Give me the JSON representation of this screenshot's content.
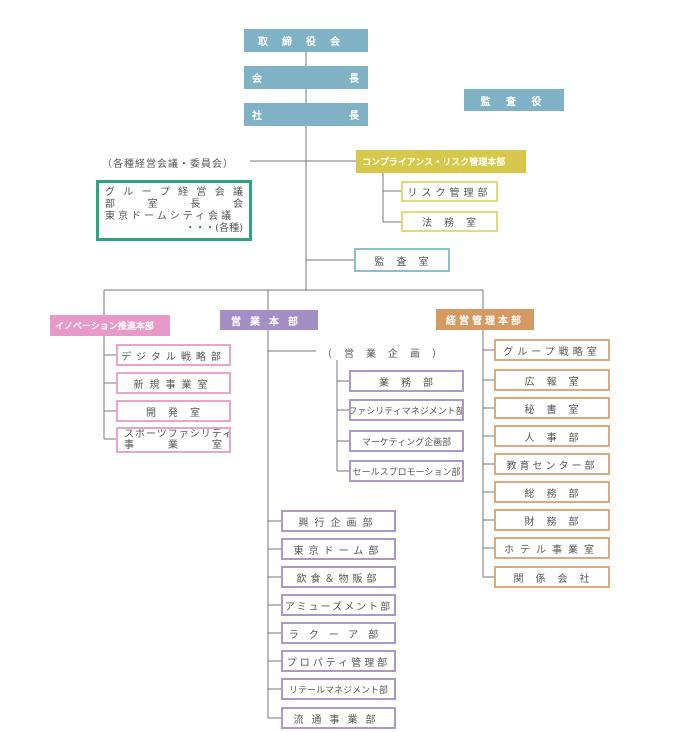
{
  "top": {
    "board": "取締役会",
    "chairman": [
      "会",
      "長"
    ],
    "president": [
      "社",
      "長"
    ],
    "auditor": "監 査 役"
  },
  "committees": {
    "label": "（各種経営会議・委員会）",
    "green_rows": [
      [
        "グ",
        "ル",
        "ー",
        "プ",
        "経",
        "営",
        "会",
        "議"
      ],
      [
        "部",
        "室",
        "長",
        "会"
      ]
    ],
    "green_row3": "東京ドームシティ会議",
    "green_row4": "・・・(各種)"
  },
  "compliance": {
    "title": "コンプライアンス・リスク管理本部",
    "items": [
      "リスク管理部",
      "法　務　室"
    ]
  },
  "audit_office": "監　査　室",
  "innovation": {
    "title": "イノベーション推進本部",
    "items": [
      "デジタル戦略部",
      "新規事業室",
      "開　発　室"
    ],
    "last_line1": "スポーツファシリティ",
    "last_line2": [
      "事",
      "業",
      "室"
    ]
  },
  "sales": {
    "title": "営業本部",
    "planning_label": "（　営　業　企　画　）",
    "planning_items": [
      "業　務　部",
      "ファシリティマネジメント部",
      "マーケティング企画部",
      "セールスプロモーション部"
    ],
    "departments": [
      "興行企画部",
      "東京ドーム部",
      "飲食＆物販部",
      "アミューズメント部",
      "ラクーア部",
      "プロパティ管理部",
      "リテールマネジメント部",
      "流通事業部"
    ]
  },
  "management": {
    "title": "経営管理本部",
    "items": [
      "グループ戦略室",
      "広　報　室",
      "秘　書　室",
      "人　事　部",
      "教育センター部",
      "総　務　部",
      "財　務　部",
      "ホテル事業室",
      "関　係　会　社"
    ]
  },
  "colors": {
    "blue": "#7fb2c5",
    "yellow": "#d6c84a",
    "green": "#2aa67b",
    "pink": "#e79ac9",
    "purple": "#a48ec4",
    "orange": "#d59a62",
    "line": "#777777"
  }
}
